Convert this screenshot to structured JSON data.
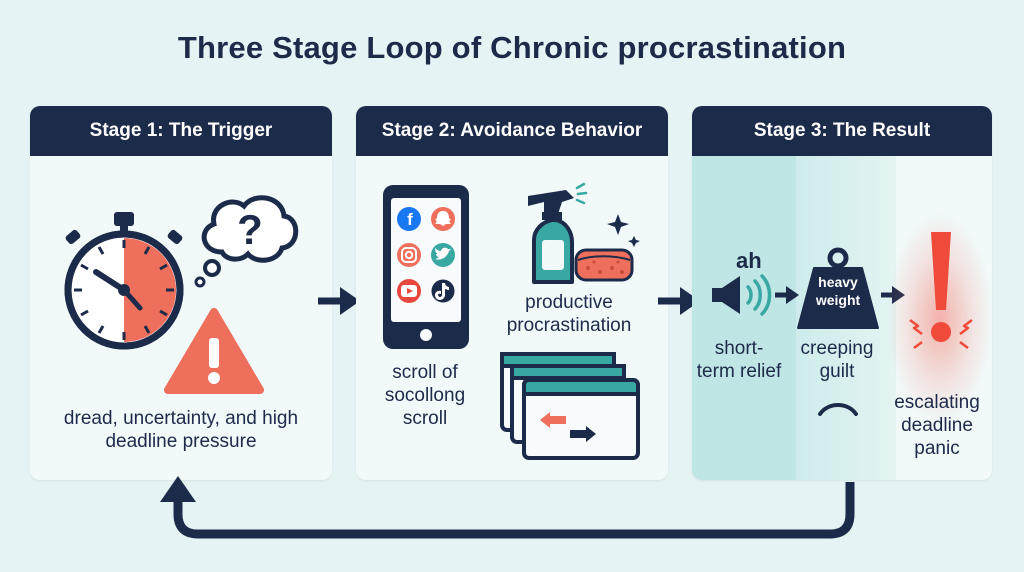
{
  "title": "Three Stage Loop of Chronic procrastination",
  "stages": [
    {
      "header": "Stage 1: The Trigger",
      "caption": "dread, uncertainty, and high deadline pressure"
    },
    {
      "header": "Stage 2: Avoidance Behavior",
      "phone_caption": "scroll of socollong scroll",
      "cleaning_caption": "productive procrastination"
    },
    {
      "header": "Stage 3: The Result",
      "relief_sound": "ah",
      "relief_caption": "short-term relief",
      "weight_label": "heavy weight",
      "guilt_caption": "creeping guilt",
      "panic_caption": "escalating deadline panic"
    }
  ],
  "colors": {
    "navy": "#1d2b4b",
    "coral": "#ee6f5b",
    "teal": "#3aa8a2",
    "panel": "#f1f9f9",
    "background": "#e6f3f4",
    "alarm_red": "#f04a3a"
  },
  "icons": [
    "stopwatch-icon",
    "thought-bubble-question-icon",
    "warning-triangle-icon",
    "smartphone-icon",
    "spray-bottle-icon",
    "sponge-icon",
    "browser-windows-icon",
    "speaker-icon",
    "weight-icon",
    "frown-icon",
    "exclamation-icon",
    "loop-back-arrow-icon"
  ]
}
